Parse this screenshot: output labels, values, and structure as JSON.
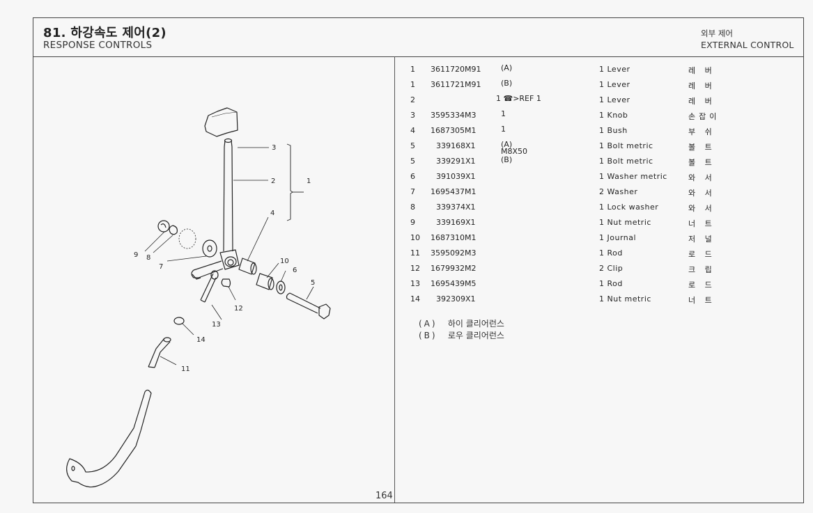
{
  "header": {
    "title_ko": "81. 하강속도 제어(2)",
    "title_en": "RESPONSE CONTROLS",
    "subtitle_ko": "외부 제어",
    "subtitle_en": "EXTERNAL CONTROL"
  },
  "diagram": {
    "callouts": [
      "1",
      "2",
      "3",
      "4",
      "5",
      "6",
      "7",
      "8",
      "9",
      "10",
      "11",
      "12",
      "13",
      "14"
    ]
  },
  "page_number": "164",
  "parts": [
    {
      "no": "1",
      "part": "3611720M91",
      "note": "(A)",
      "desc": "1 Lever",
      "ko": "레 버"
    },
    {
      "no": "1",
      "part": "3611721M91",
      "note": "(B)",
      "desc": "1 Lever",
      "ko": "레 버"
    },
    {
      "no": "2",
      "part": "",
      "note": "1 ☎>REF 1",
      "desc": "1 Lever",
      "ko": "레 버"
    },
    {
      "no": "3",
      "part": "3595334M3",
      "note": "1",
      "desc": "1 Knob",
      "ko": "손잡이"
    },
    {
      "no": "4",
      "part": "1687305M1",
      "note": "1",
      "desc": "1 Bush",
      "ko": "부 쉬"
    },
    {
      "no": "5",
      "part": "339168X1",
      "note": "(A)\nM8X50",
      "desc": "1 Bolt metric",
      "ko": "볼 트"
    },
    {
      "no": "5",
      "part": "339291X1",
      "note": "(B)",
      "desc": "1 Bolt metric",
      "ko": "볼 트"
    },
    {
      "no": "6",
      "part": "391039X1",
      "note": "",
      "desc": "1 Washer metric",
      "ko": "와 서"
    },
    {
      "no": "7",
      "part": "1695437M1",
      "note": "",
      "desc": "2 Washer",
      "ko": "와 서"
    },
    {
      "no": "8",
      "part": "339374X1",
      "note": "",
      "desc": "1 Lock washer",
      "ko": "와 서"
    },
    {
      "no": "9",
      "part": "339169X1",
      "note": "",
      "desc": "1 Nut metric",
      "ko": "너 트"
    },
    {
      "no": "10",
      "part": "1687310M1",
      "note": "",
      "desc": "1 Journal",
      "ko": "저 널"
    },
    {
      "no": "11",
      "part": "3595092M3",
      "note": "",
      "desc": "1 Rod",
      "ko": "로 드"
    },
    {
      "no": "12",
      "part": "1679932M2",
      "note": "",
      "desc": "2 Clip",
      "ko": "크 립"
    },
    {
      "no": "13",
      "part": "1695439M5",
      "note": "",
      "desc": "1 Rod",
      "ko": "로 드"
    },
    {
      "no": "14",
      "part": "392309X1",
      "note": "",
      "desc": "1 Nut metric",
      "ko": "너 트"
    }
  ],
  "notes": [
    {
      "key": "(A)",
      "text": "하이 클리어런스"
    },
    {
      "key": "(B)",
      "text": "로우 클리어런스"
    }
  ]
}
